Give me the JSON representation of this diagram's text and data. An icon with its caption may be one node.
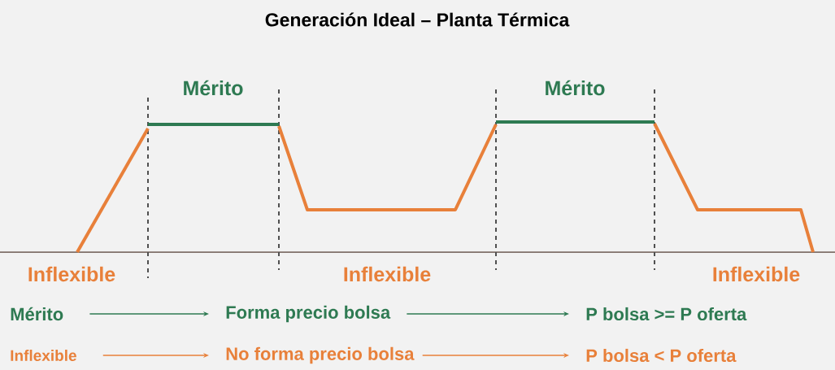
{
  "diagram": {
    "title": "Generación Ideal – Planta Térmica",
    "nodes": [
      {
        "text": [
          "Mérito"
        ]
      },
      {
        "text": [
          "Forma precio bolsa"
        ]
      },
      {
        "text": [
          "P bolsa >= P oferta"
        ]
      },
      {
        "text": [
          "Inflexible"
        ]
      },
      {
        "text": [
          "No forma precio bolsa"
        ]
      },
      {
        "text": [
          "P bolsa < P oferta"
        ]
      }
    ],
    "edges": [
      {
        "from": 0,
        "to": 1,
        "arrow": "to",
        "color": "#2e7a52"
      },
      {
        "from": 1,
        "to": 2,
        "arrow": "to",
        "color": "#2e7a52"
      },
      {
        "from": 3,
        "to": 4,
        "arrow": "to",
        "color": "#e8803a"
      },
      {
        "from": 4,
        "to": 5,
        "arrow": "to",
        "color": "#e8803a"
      }
    ],
    "labels": [
      "Mérito",
      "Mérito",
      "Inflexible",
      "Inflexible",
      "Inflexible"
    ]
  }
}
